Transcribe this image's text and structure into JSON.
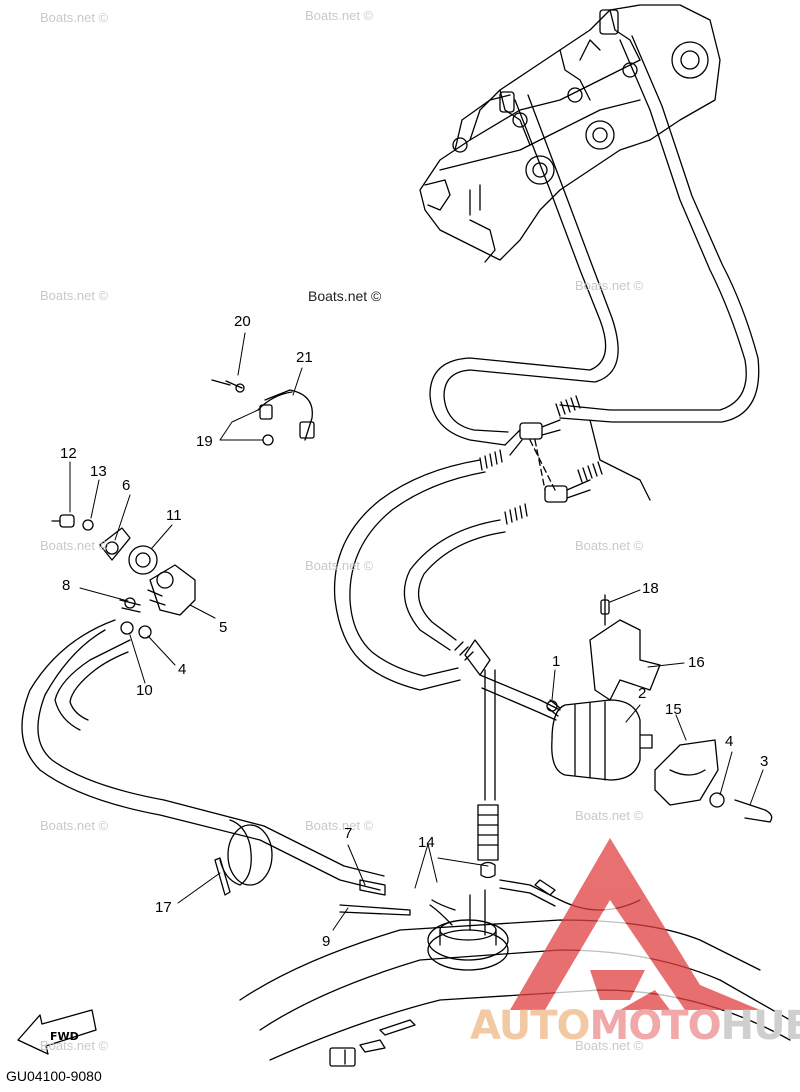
{
  "watermarks": [
    "Boats.net ©",
    "Boats.net ©",
    "Boats.net ©",
    "Boats.net ©",
    "Boats.net ©",
    "Boats.net ©",
    "Boats.net ©",
    "Boats.net ©",
    "Boats.net ©",
    "Boats.net ©",
    "Boats.net ©",
    "Boats.net ©"
  ],
  "center_watermark": "Boats.net ©",
  "callouts": {
    "c1": "1",
    "c2": "2",
    "c3": "3",
    "c4a": "4",
    "c4b": "4",
    "c5": "5",
    "c6": "6",
    "c7": "7",
    "c8": "8",
    "c9": "9",
    "c10": "10",
    "c11": "11",
    "c12": "12",
    "c13": "13",
    "c14": "14",
    "c15": "15",
    "c16": "16",
    "c17": "17",
    "c18": "18",
    "c19": "19",
    "c20": "20",
    "c21": "21"
  },
  "fwd_label": "FWD",
  "diagram_code": "GU04100-9080",
  "brand": {
    "part1": "AUTO",
    "part2": "MOTO",
    "part3": "HUB"
  },
  "colors": {
    "line": "#000000",
    "logo_red": "#e04040",
    "logo_orange": "#f3c9a4"
  }
}
